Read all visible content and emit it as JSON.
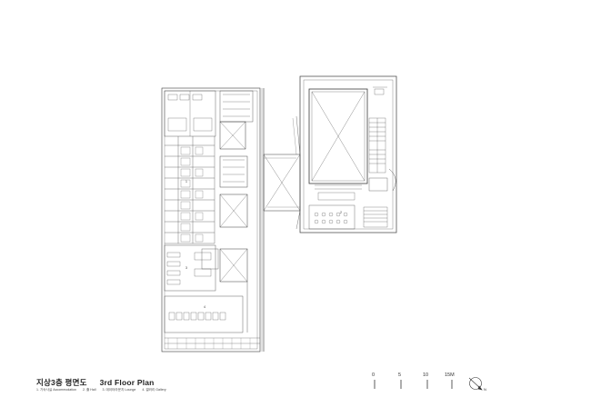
{
  "title": {
    "korean": "지상3층 평면도",
    "english": "3rd Floor Plan"
  },
  "legend": [
    "1. 기숙사실 Accommodation",
    "2. 홀 Hall",
    "3. 데이터라운지 Lounge",
    "4. 갤러리 Gallery"
  ],
  "room_labels": {
    "west_block": "1",
    "lower_room": "3",
    "bottom_hall": "4",
    "east_hall": "2"
  },
  "scale_bar": [
    "0",
    "5",
    "10",
    "15M"
  ],
  "north_label": "N",
  "colors": {
    "line": "#3a3a3a",
    "light_line": "#9a9a9a",
    "background": "#ffffff"
  }
}
